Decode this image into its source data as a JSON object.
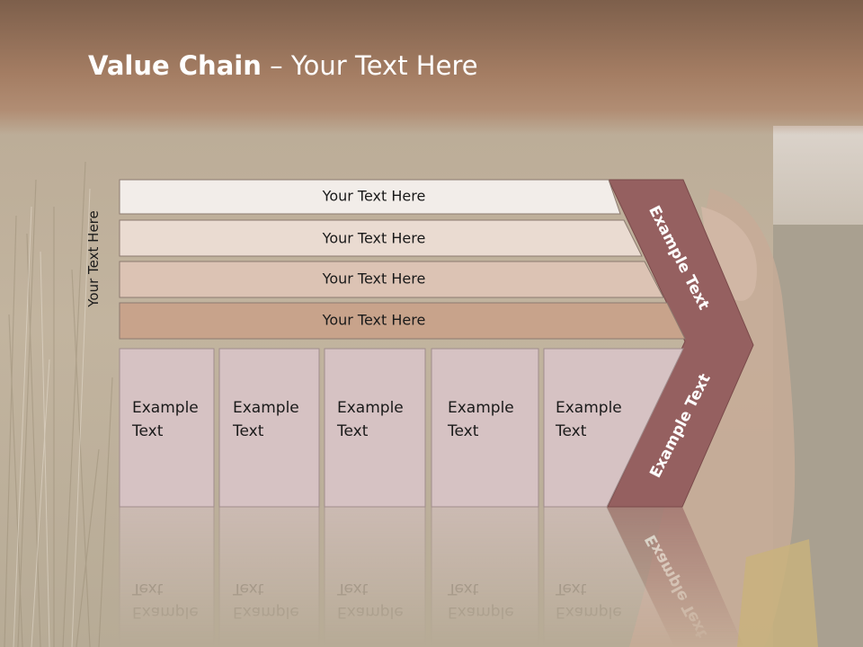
{
  "title": {
    "bold": "Value Chain",
    "separator": " – ",
    "rest": "Your Text Here"
  },
  "side_label": "Your Text Here",
  "bars": [
    {
      "label": "Your Text Here",
      "fill": "#f2ede9"
    },
    {
      "label": "Your Text Here",
      "fill": "#eadbd1"
    },
    {
      "label": "Your Text Here",
      "fill": "#dcc3b4"
    },
    {
      "label": "Your Text Here",
      "fill": "#c8a38b"
    }
  ],
  "boxes": [
    {
      "line1": "Example",
      "line2": "Text"
    },
    {
      "line1": "Example",
      "line2": "Text"
    },
    {
      "line1": "Example",
      "line2": "Text"
    },
    {
      "line1": "Example",
      "line2": "Text"
    },
    {
      "line1": "Example",
      "line2": "Text"
    }
  ],
  "chevron": {
    "top_label": "Example Text",
    "bottom_label": "Example Text"
  },
  "colors": {
    "chevron": "#956060",
    "box": "#d6c2c3",
    "header": "#a47d63"
  }
}
